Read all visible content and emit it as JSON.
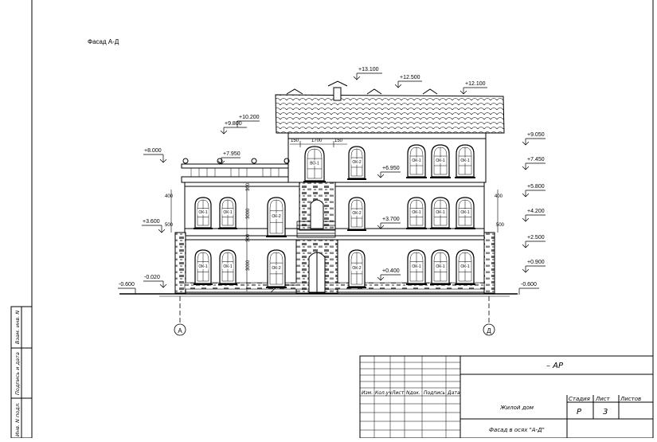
{
  "drawing": {
    "title": "Фасад А-Д",
    "elevations": {
      "roof_top": "+13.100",
      "roof_ridge": "+12.500",
      "roof_right": "+12.100",
      "parapet_a": "+10.200",
      "parapet_b": "+9.800",
      "terrace_top": "+8.000",
      "terrace_rail": "+7.950",
      "floor3": "+6.950",
      "floor2_entry": "+3.700",
      "plinth_left": "+3.600",
      "ground_left": "-0.020",
      "ground_far_left": "-0.600",
      "entrance": "+0.400",
      "r_9050": "+9.050",
      "r_7450": "+7.450",
      "r_5800": "+5.800",
      "r_4200": "+4.200",
      "r_2500": "+2.500",
      "r_0900": "+0.900",
      "r_m0600": "-0.600"
    },
    "dimensions": {
      "d150a": "150",
      "d1700": "1700",
      "d150b": "150",
      "d400l": "400",
      "d500l": "500",
      "d400r": "400",
      "d500r": "500",
      "d3000a": "3000",
      "d300a": "300",
      "d3000b": "3000",
      "d300b": "300"
    },
    "window_tags": {
      "ok1": "ОК-1",
      "ok2": "ОК-2",
      "vo1": "ВО-1"
    },
    "axes": {
      "left": "А",
      "right": "Д"
    }
  },
  "side_stamp": {
    "f1": "Взам. инв. N",
    "f2": "Подпись и дата",
    "f3": "Инв. N подл."
  },
  "title_block": {
    "code": "– АР",
    "headers": [
      "Изм.",
      "Кол.уч",
      "Лист",
      "Nдок.",
      "Подпись",
      "Дата"
    ],
    "project": "Жилой дом",
    "sheet_title": "Фасад в осях \"А-Д\"",
    "stage_label": "Стадия",
    "sheet_label": "Лист",
    "sheets_label": "Листов",
    "stage": "Р",
    "sheet_no": "3"
  }
}
